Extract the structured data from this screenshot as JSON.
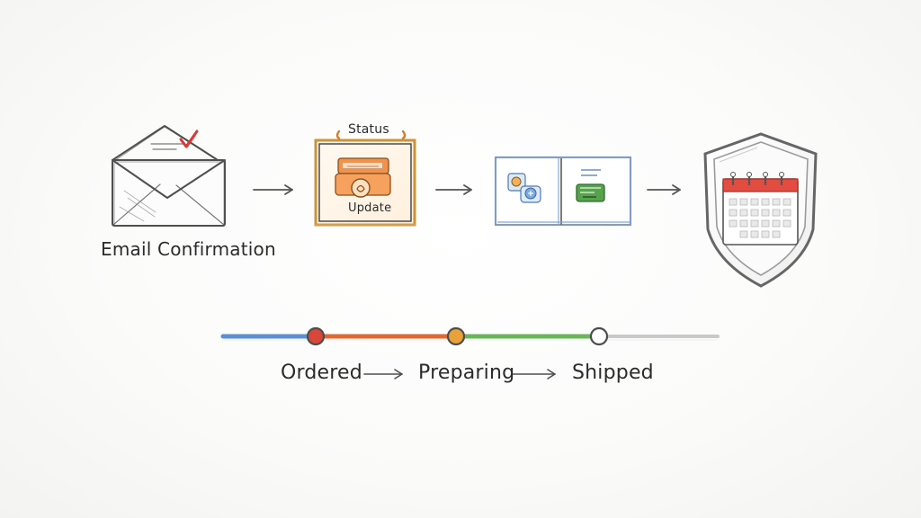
{
  "flow": {
    "email_label": "Email Confirmation",
    "status_label": "Status",
    "update_label": "Update"
  },
  "timeline": {
    "stages": [
      "Ordered",
      "Preparing",
      "Shipped"
    ],
    "colors": {
      "blue": "#5b8fd0",
      "red": "#d9473a",
      "orange": "#e9a13a",
      "green": "#6ab45a",
      "gray": "#c9c9c9"
    }
  },
  "icons": {
    "envelope": "envelope-icon",
    "status_card": "status-update-icon",
    "split_panels": "split-panel-icon",
    "shield_calendar": "shield-calendar-icon",
    "checkmark": "checkmark-icon"
  }
}
